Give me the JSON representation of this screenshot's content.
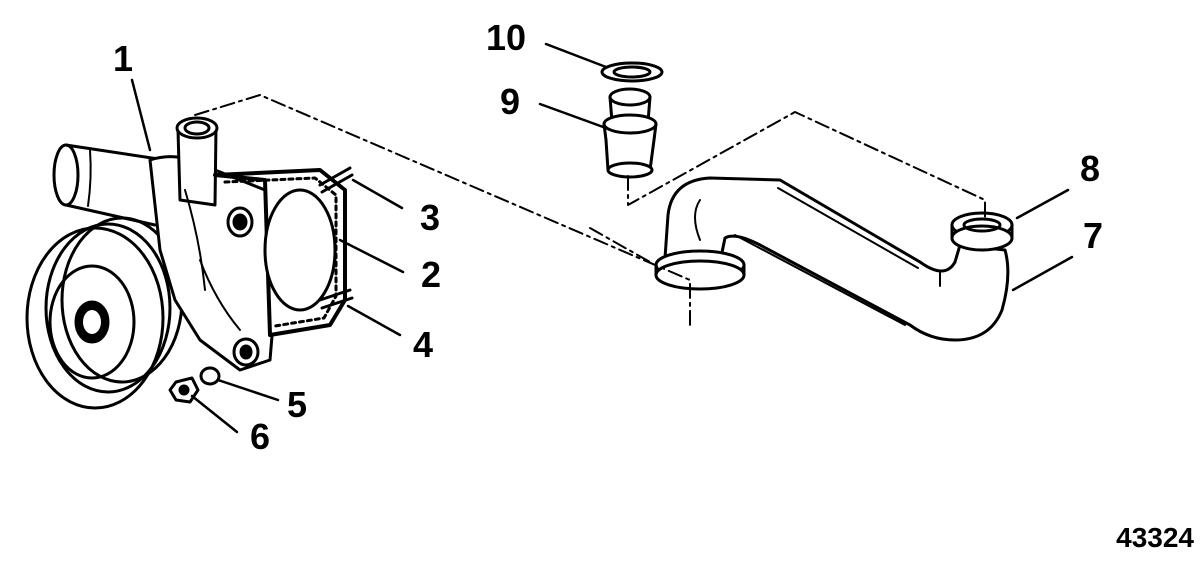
{
  "diagram": {
    "document_number": "43324",
    "callouts": [
      {
        "id": "c1",
        "label": "1"
      },
      {
        "id": "c2",
        "label": "2"
      },
      {
        "id": "c3",
        "label": "3"
      },
      {
        "id": "c4",
        "label": "4"
      },
      {
        "id": "c5",
        "label": "5"
      },
      {
        "id": "c6",
        "label": "6"
      },
      {
        "id": "c7",
        "label": "7"
      },
      {
        "id": "c8",
        "label": "8"
      },
      {
        "id": "c9",
        "label": "9"
      },
      {
        "id": "c10",
        "label": "10"
      }
    ],
    "line_color": "#000000",
    "background": "#ffffff"
  }
}
